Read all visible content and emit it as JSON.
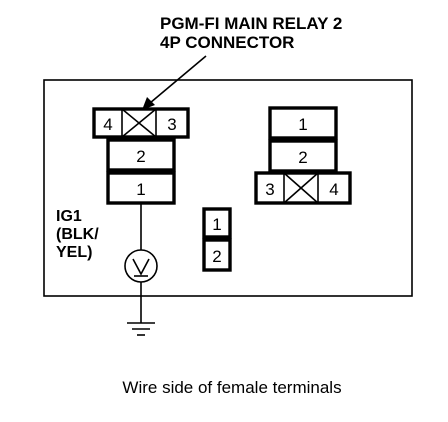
{
  "title": {
    "line1": "PGM-FI MAIN RELAY 2",
    "line2": "4P CONNECTOR"
  },
  "wire_label": {
    "line1": "IG1",
    "line2": "(BLK/",
    "line3": "YEL)"
  },
  "left_connector": {
    "top_left_pin": "4",
    "top_right_pin": "3",
    "middle_pin": "2",
    "bottom_pin": "1"
  },
  "right_connector": {
    "top_pin": "1",
    "middle_pin": "2",
    "bottom_left_pin": "3",
    "bottom_right_pin": "4"
  },
  "small_connector": {
    "top_pin": "1",
    "bottom_pin": "2"
  },
  "voltmeter_symbol": "V",
  "caption": "Wire side of female terminals"
}
